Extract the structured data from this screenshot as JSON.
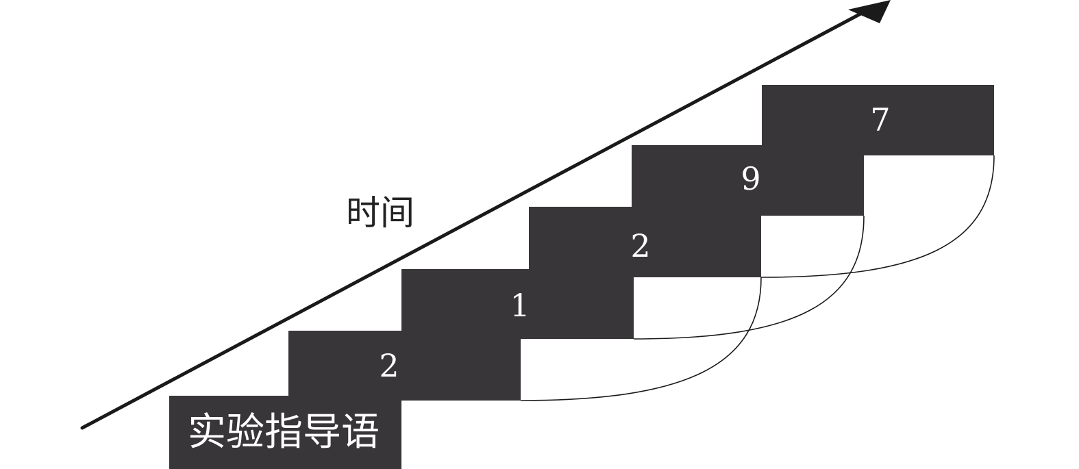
{
  "time_label": "时间",
  "instruction_label": "实验指导语",
  "sequence": [
    "2",
    "1",
    "2",
    "9",
    "7"
  ],
  "colors": {
    "card": "#383638",
    "card_text": "#ffffff",
    "line": "#1a1a1a",
    "background": "#ffffff"
  }
}
